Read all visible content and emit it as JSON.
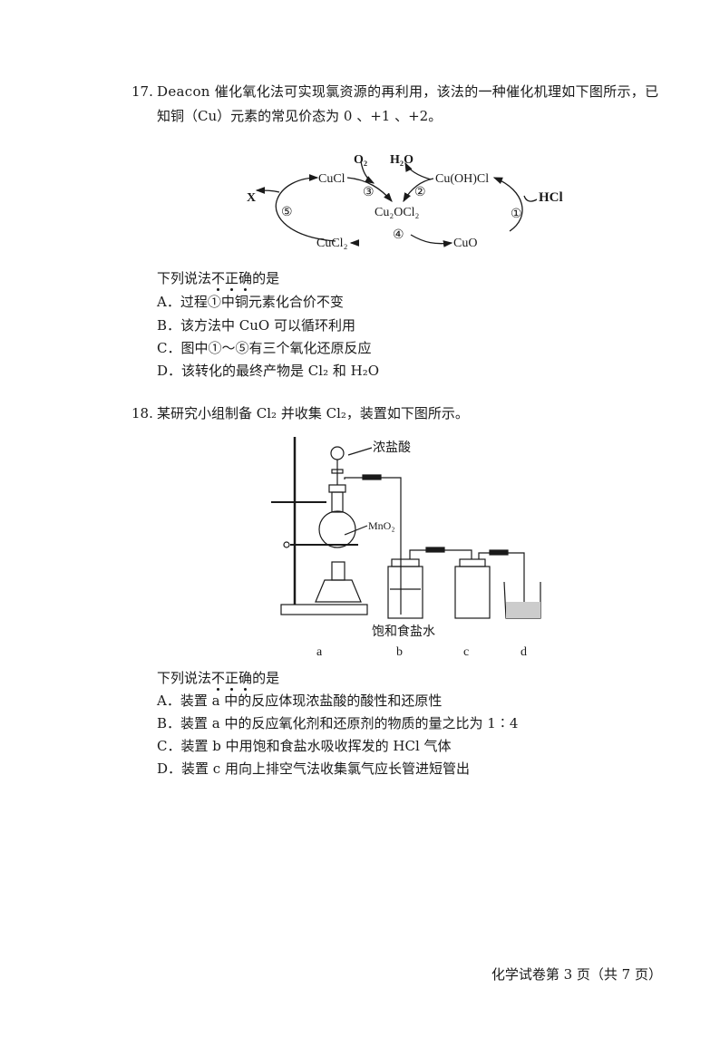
{
  "q17": {
    "number": "17.",
    "line1": "Deacon 催化氧化法可实现氯资源的再利用，该法的一种催化机理如下图所示，已",
    "line2": "知铜（Cu）元素的常见价态为 0 、+1 、+2。",
    "diagram": {
      "o2": "O₂",
      "h2o": "H₂O",
      "cucl": "CuCl",
      "cuohcl": "Cu(OH)Cl",
      "hcl": "HCl",
      "x": "X",
      "cu2ocl2": "Cu₂OCl₂",
      "cucl2": "CuCl₂",
      "cuo": "CuO",
      "s1": "①",
      "s2": "②",
      "s3": "③",
      "s4": "④",
      "s5": "⑤"
    },
    "prompt_a": "下列说法",
    "prompt_em": [
      "不",
      "正",
      "确"
    ],
    "prompt_b": "的是",
    "options": [
      "A．过程①中铜元素化合价不变",
      "B．该方法中 CuO 可以循环利用",
      "C．图中①～⑤有三个氧化还原反应",
      "D．该转化的最终产物是 Cl₂ 和 H₂O"
    ]
  },
  "q18": {
    "number": "18.",
    "line1": "某研究小组制备 Cl₂ 并收集 Cl₂，装置如下图所示。",
    "apparatus": {
      "acid_label": "浓盐酸",
      "mno2_label": "MnO₂",
      "brine_label": "饱和食盐水",
      "a": "a",
      "b": "b",
      "c": "c",
      "d": "d"
    },
    "prompt_a": "下列说法",
    "prompt_em": [
      "不",
      "正",
      "确"
    ],
    "prompt_b": "的是",
    "options": [
      "A．装置 a 中的反应体现浓盐酸的酸性和还原性",
      "B．装置 a 中的反应氧化剂和还原剂的物质的量之比为 1∶4",
      "C．装置 b 中用饱和食盐水吸收挥发的 HCl 气体",
      "D．装置 c 用向上排空气法收集氯气应长管进短管出"
    ]
  },
  "footer": "化学试卷第 3 页（共 7 页）"
}
